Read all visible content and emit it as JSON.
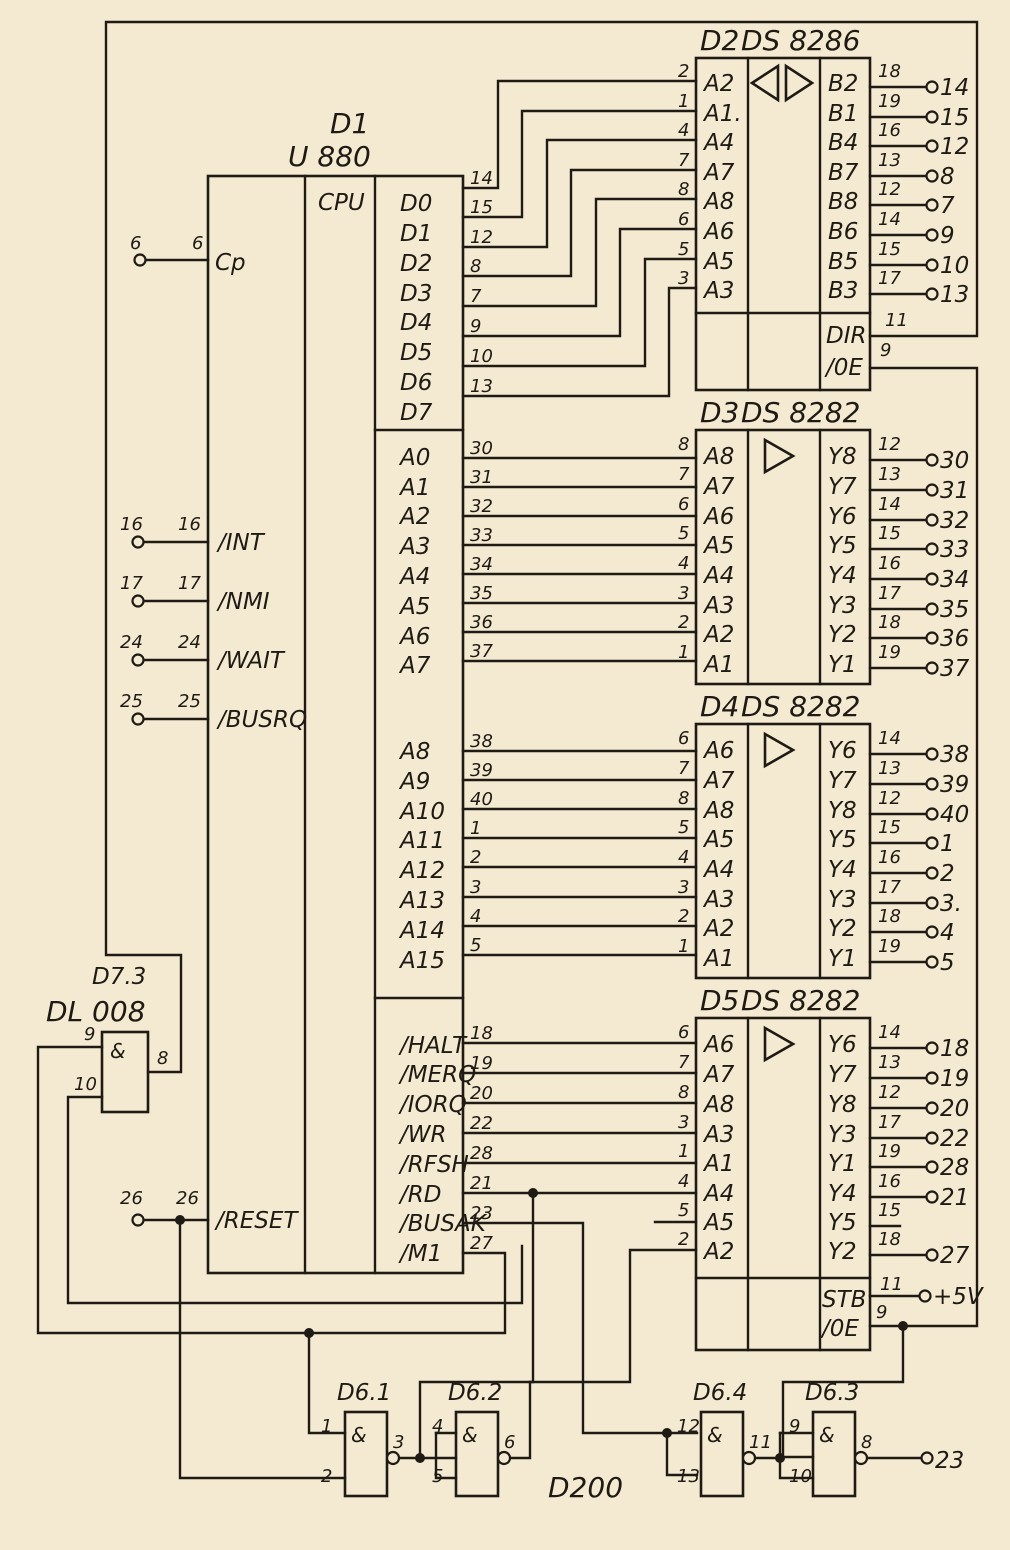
{
  "page": {
    "background": "#f4ead1",
    "ink": "#1f1a14"
  },
  "d1": {
    "ref": "D1",
    "type": "U 880",
    "func": "CPU",
    "clock": {
      "pin": "6",
      "ext": "6",
      "name": "Cp"
    },
    "inputs": [
      {
        "pin": "16",
        "ext": "16",
        "name": "/INT"
      },
      {
        "pin": "17",
        "ext": "17",
        "name": "/NMI"
      },
      {
        "pin": "24",
        "ext": "24",
        "name": "/WAIT"
      },
      {
        "pin": "25",
        "ext": "25",
        "name": "/BUSRQ"
      }
    ],
    "reset": {
      "pin": "26",
      "ext": "26",
      "name": "/RESET"
    },
    "data_pins": [
      {
        "name": "D0",
        "pin": "14"
      },
      {
        "name": "D1",
        "pin": "15"
      },
      {
        "name": "D2",
        "pin": "12"
      },
      {
        "name": "D3",
        "pin": "8"
      },
      {
        "name": "D4",
        "pin": "7"
      },
      {
        "name": "D5",
        "pin": "9"
      },
      {
        "name": "D6",
        "pin": "10"
      },
      {
        "name": "D7",
        "pin": "13"
      }
    ],
    "addr_low": [
      {
        "name": "A0",
        "pin": "30"
      },
      {
        "name": "A1",
        "pin": "31"
      },
      {
        "name": "A2",
        "pin": "32"
      },
      {
        "name": "A3",
        "pin": "33"
      },
      {
        "name": "A4",
        "pin": "34"
      },
      {
        "name": "A5",
        "pin": "35"
      },
      {
        "name": "A6",
        "pin": "36"
      },
      {
        "name": "A7",
        "pin": "37"
      }
    ],
    "addr_high": [
      {
        "name": "A8",
        "pin": "38"
      },
      {
        "name": "A9",
        "pin": "39"
      },
      {
        "name": "A10",
        "pin": "40"
      },
      {
        "name": "A11",
        "pin": "1"
      },
      {
        "name": "A12",
        "pin": "2"
      },
      {
        "name": "A13",
        "pin": "3"
      },
      {
        "name": "A14",
        "pin": "4"
      },
      {
        "name": "A15",
        "pin": "5"
      }
    ],
    "ctrl_pins": [
      {
        "name": "/HALT",
        "pin": "18"
      },
      {
        "name": "/MERQ",
        "pin": "19"
      },
      {
        "name": "/IORQ",
        "pin": "20"
      },
      {
        "name": "/WR",
        "pin": "22"
      },
      {
        "name": "/RFSH",
        "pin": "28"
      },
      {
        "name": "/RD",
        "pin": "21"
      },
      {
        "name": "/BUSAK",
        "pin": "23"
      },
      {
        "name": "/M1",
        "pin": "27"
      }
    ]
  },
  "d2": {
    "ref": "D2",
    "type": "DS 8286",
    "rows": [
      {
        "lp": "2",
        "a": "A2",
        "b": "B2",
        "rp": "18",
        "out": "14"
      },
      {
        "lp": "1",
        "a": "A1.",
        "b": "B1",
        "rp": "19",
        "out": "15"
      },
      {
        "lp": "4",
        "a": "A4",
        "b": "B4",
        "rp": "16",
        "out": "12"
      },
      {
        "lp": "7",
        "a": "A7",
        "b": "B7",
        "rp": "13",
        "out": "8"
      },
      {
        "lp": "8",
        "a": "A8",
        "b": "B8",
        "rp": "12",
        "out": "7"
      },
      {
        "lp": "6",
        "a": "A6",
        "b": "B6",
        "rp": "14",
        "out": "9"
      },
      {
        "lp": "5",
        "a": "A5",
        "b": "B5",
        "rp": "15",
        "out": "10"
      },
      {
        "lp": "3",
        "a": "A3",
        "b": "B3",
        "rp": "17",
        "out": "13"
      }
    ],
    "dir": {
      "name": "DIR",
      "pin": "11"
    },
    "oe": {
      "name": "/0E",
      "pin": "9"
    }
  },
  "d3": {
    "ref": "D3",
    "type": "DS 8282",
    "rows": [
      {
        "lp": "8",
        "a": "A8",
        "b": "Y8",
        "rp": "12",
        "out": "30"
      },
      {
        "lp": "7",
        "a": "A7",
        "b": "Y7",
        "rp": "13",
        "out": "31"
      },
      {
        "lp": "6",
        "a": "A6",
        "b": "Y6",
        "rp": "14",
        "out": "32"
      },
      {
        "lp": "5",
        "a": "A5",
        "b": "Y5",
        "rp": "15",
        "out": "33"
      },
      {
        "lp": "4",
        "a": "A4",
        "b": "Y4",
        "rp": "16",
        "out": "34"
      },
      {
        "lp": "3",
        "a": "A3",
        "b": "Y3",
        "rp": "17",
        "out": "35"
      },
      {
        "lp": "2",
        "a": "A2",
        "b": "Y2",
        "rp": "18",
        "out": "36"
      },
      {
        "lp": "1",
        "a": "A1",
        "b": "Y1",
        "rp": "19",
        "out": "37"
      }
    ]
  },
  "d4": {
    "ref": "D4",
    "type": "DS 8282",
    "rows": [
      {
        "lp": "6",
        "a": "A6",
        "b": "Y6",
        "rp": "14",
        "out": "38"
      },
      {
        "lp": "7",
        "a": "A7",
        "b": "Y7",
        "rp": "13",
        "out": "39"
      },
      {
        "lp": "8",
        "a": "A8",
        "b": "Y8",
        "rp": "12",
        "out": "40"
      },
      {
        "lp": "5",
        "a": "A5",
        "b": "Y5",
        "rp": "15",
        "out": "1"
      },
      {
        "lp": "4",
        "a": "A4",
        "b": "Y4",
        "rp": "16",
        "out": "2"
      },
      {
        "lp": "3",
        "a": "A3",
        "b": "Y3",
        "rp": "17",
        "out": "3."
      },
      {
        "lp": "2",
        "a": "A2",
        "b": "Y2",
        "rp": "18",
        "out": "4"
      },
      {
        "lp": "1",
        "a": "A1",
        "b": "Y1",
        "rp": "19",
        "out": "5"
      }
    ]
  },
  "d5": {
    "ref": "D5",
    "type": "DS 8282",
    "rows": [
      {
        "lp": "6",
        "a": "A6",
        "b": "Y6",
        "rp": "14",
        "out": "18"
      },
      {
        "lp": "7",
        "a": "A7",
        "b": "Y7",
        "rp": "13",
        "out": "19"
      },
      {
        "lp": "8",
        "a": "A8",
        "b": "Y8",
        "rp": "12",
        "out": "20"
      },
      {
        "lp": "3",
        "a": "A3",
        "b": "Y3",
        "rp": "17",
        "out": "22"
      },
      {
        "lp": "1",
        "a": "A1",
        "b": "Y1",
        "rp": "19",
        "out": "28"
      },
      {
        "lp": "4",
        "a": "A4",
        "b": "Y4",
        "rp": "16",
        "out": "21"
      },
      {
        "lp": "5",
        "a": "A5",
        "b": "Y5",
        "rp": "15",
        "out": ""
      },
      {
        "lp": "2",
        "a": "A2",
        "b": "Y2",
        "rp": "18",
        "out": "27"
      }
    ],
    "stb": {
      "name": "STB",
      "pin": "11",
      "out": "+5V"
    },
    "oe": {
      "name": "/0E",
      "pin": "9"
    }
  },
  "d7": {
    "ref": "D7.3",
    "type": "DL 008",
    "sym": "&",
    "in1": "9",
    "in2": "10",
    "out": "8"
  },
  "gates": [
    {
      "ref": "D6.1",
      "sym": "&",
      "in1": "1",
      "in2": "2",
      "out": "3"
    },
    {
      "ref": "D6.2",
      "sym": "&",
      "in1": "4",
      "in2": "5",
      "out": "6"
    },
    {
      "ref": "D6.4",
      "sym": "&",
      "in1": "12",
      "in2": "13",
      "out": "11"
    },
    {
      "ref": "D6.3",
      "sym": "&",
      "in1": "9",
      "in2": "10",
      "out": "8"
    }
  ],
  "busak_out": "23",
  "board_label": "D200"
}
